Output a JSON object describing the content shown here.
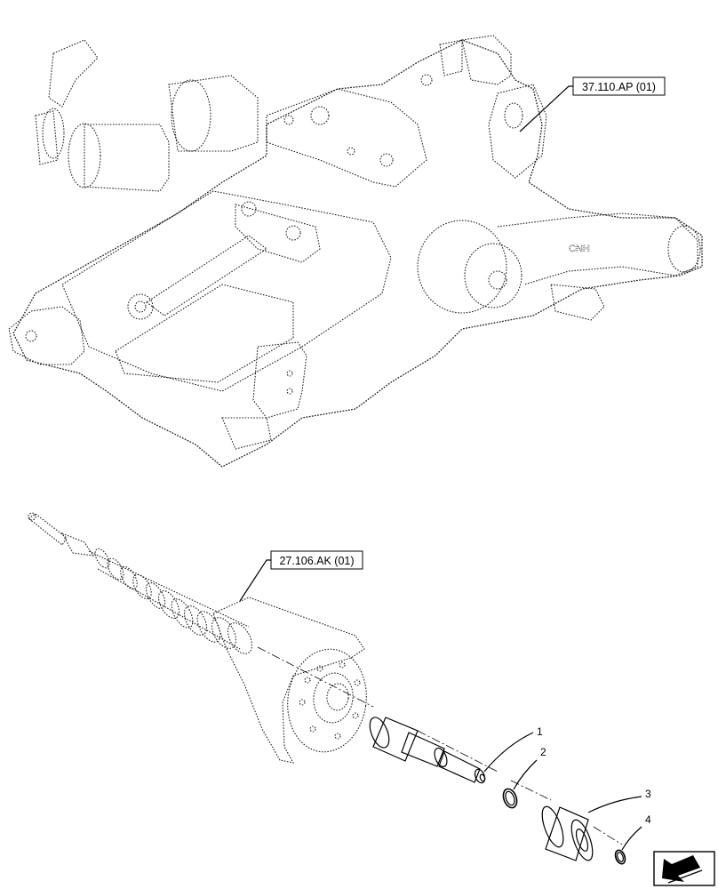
{
  "references": {
    "upper_assembly": "37.110.AP (01)",
    "lower_assembly": "27.106.AK (01)"
  },
  "callouts": [
    "1",
    "2",
    "3",
    "4"
  ],
  "nav_icon": "arrow-navigation-icon"
}
